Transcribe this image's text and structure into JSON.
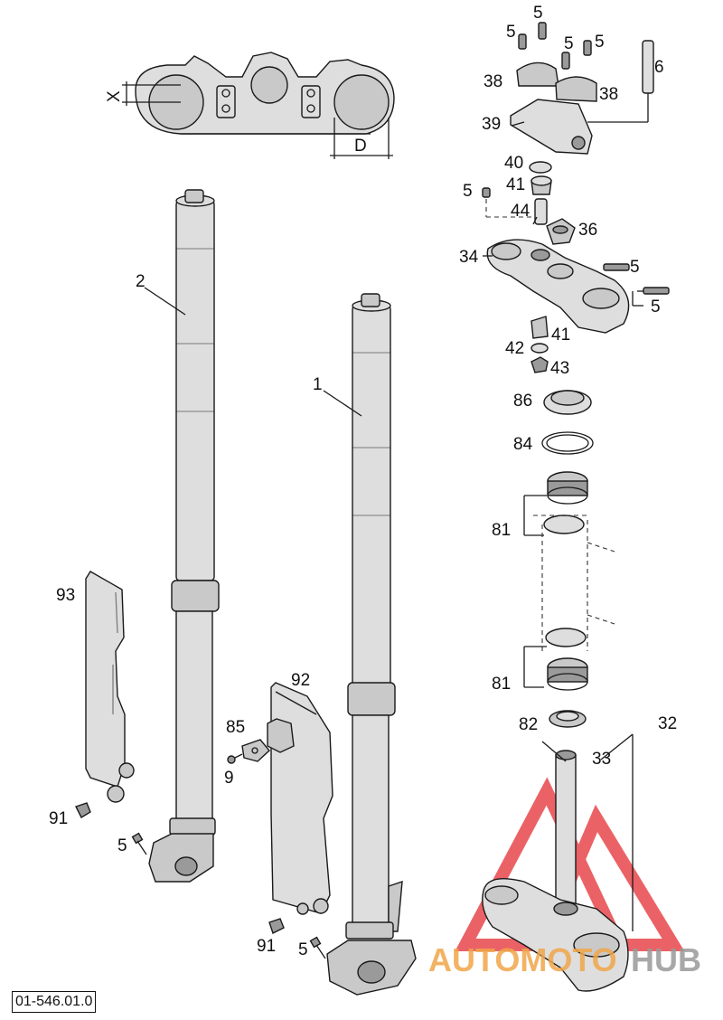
{
  "diagram": {
    "reference_code": "01-546.01.0",
    "dimension_labels": {
      "x": "X",
      "d": "D"
    },
    "part_labels": {
      "p1": "1",
      "p2": "2",
      "p5a": "5",
      "p5b": "5",
      "p5c": "5",
      "p5d": "5",
      "p5e": "5",
      "p5f": "5",
      "p5g": "5",
      "p5h": "5",
      "p5i": "5",
      "p6": "6",
      "p9": "9",
      "p32": "32",
      "p33": "33",
      "p34": "34",
      "p36": "36",
      "p38a": "38",
      "p38b": "38",
      "p39": "39",
      "p40": "40",
      "p41a": "41",
      "p41b": "41",
      "p42": "42",
      "p43": "43",
      "p44": "44",
      "p81a": "81",
      "p81b": "81",
      "p82": "82",
      "p84": "84",
      "p85": "85",
      "p86": "86",
      "p91a": "91",
      "p91b": "91",
      "p92": "92",
      "p93": "93"
    },
    "watermark": {
      "part1": "AUTOMOTO",
      "part2": "HUB",
      "color1": "#f0a64a",
      "color2": "#9a9a9a",
      "logo_color": "#e8474c"
    }
  }
}
